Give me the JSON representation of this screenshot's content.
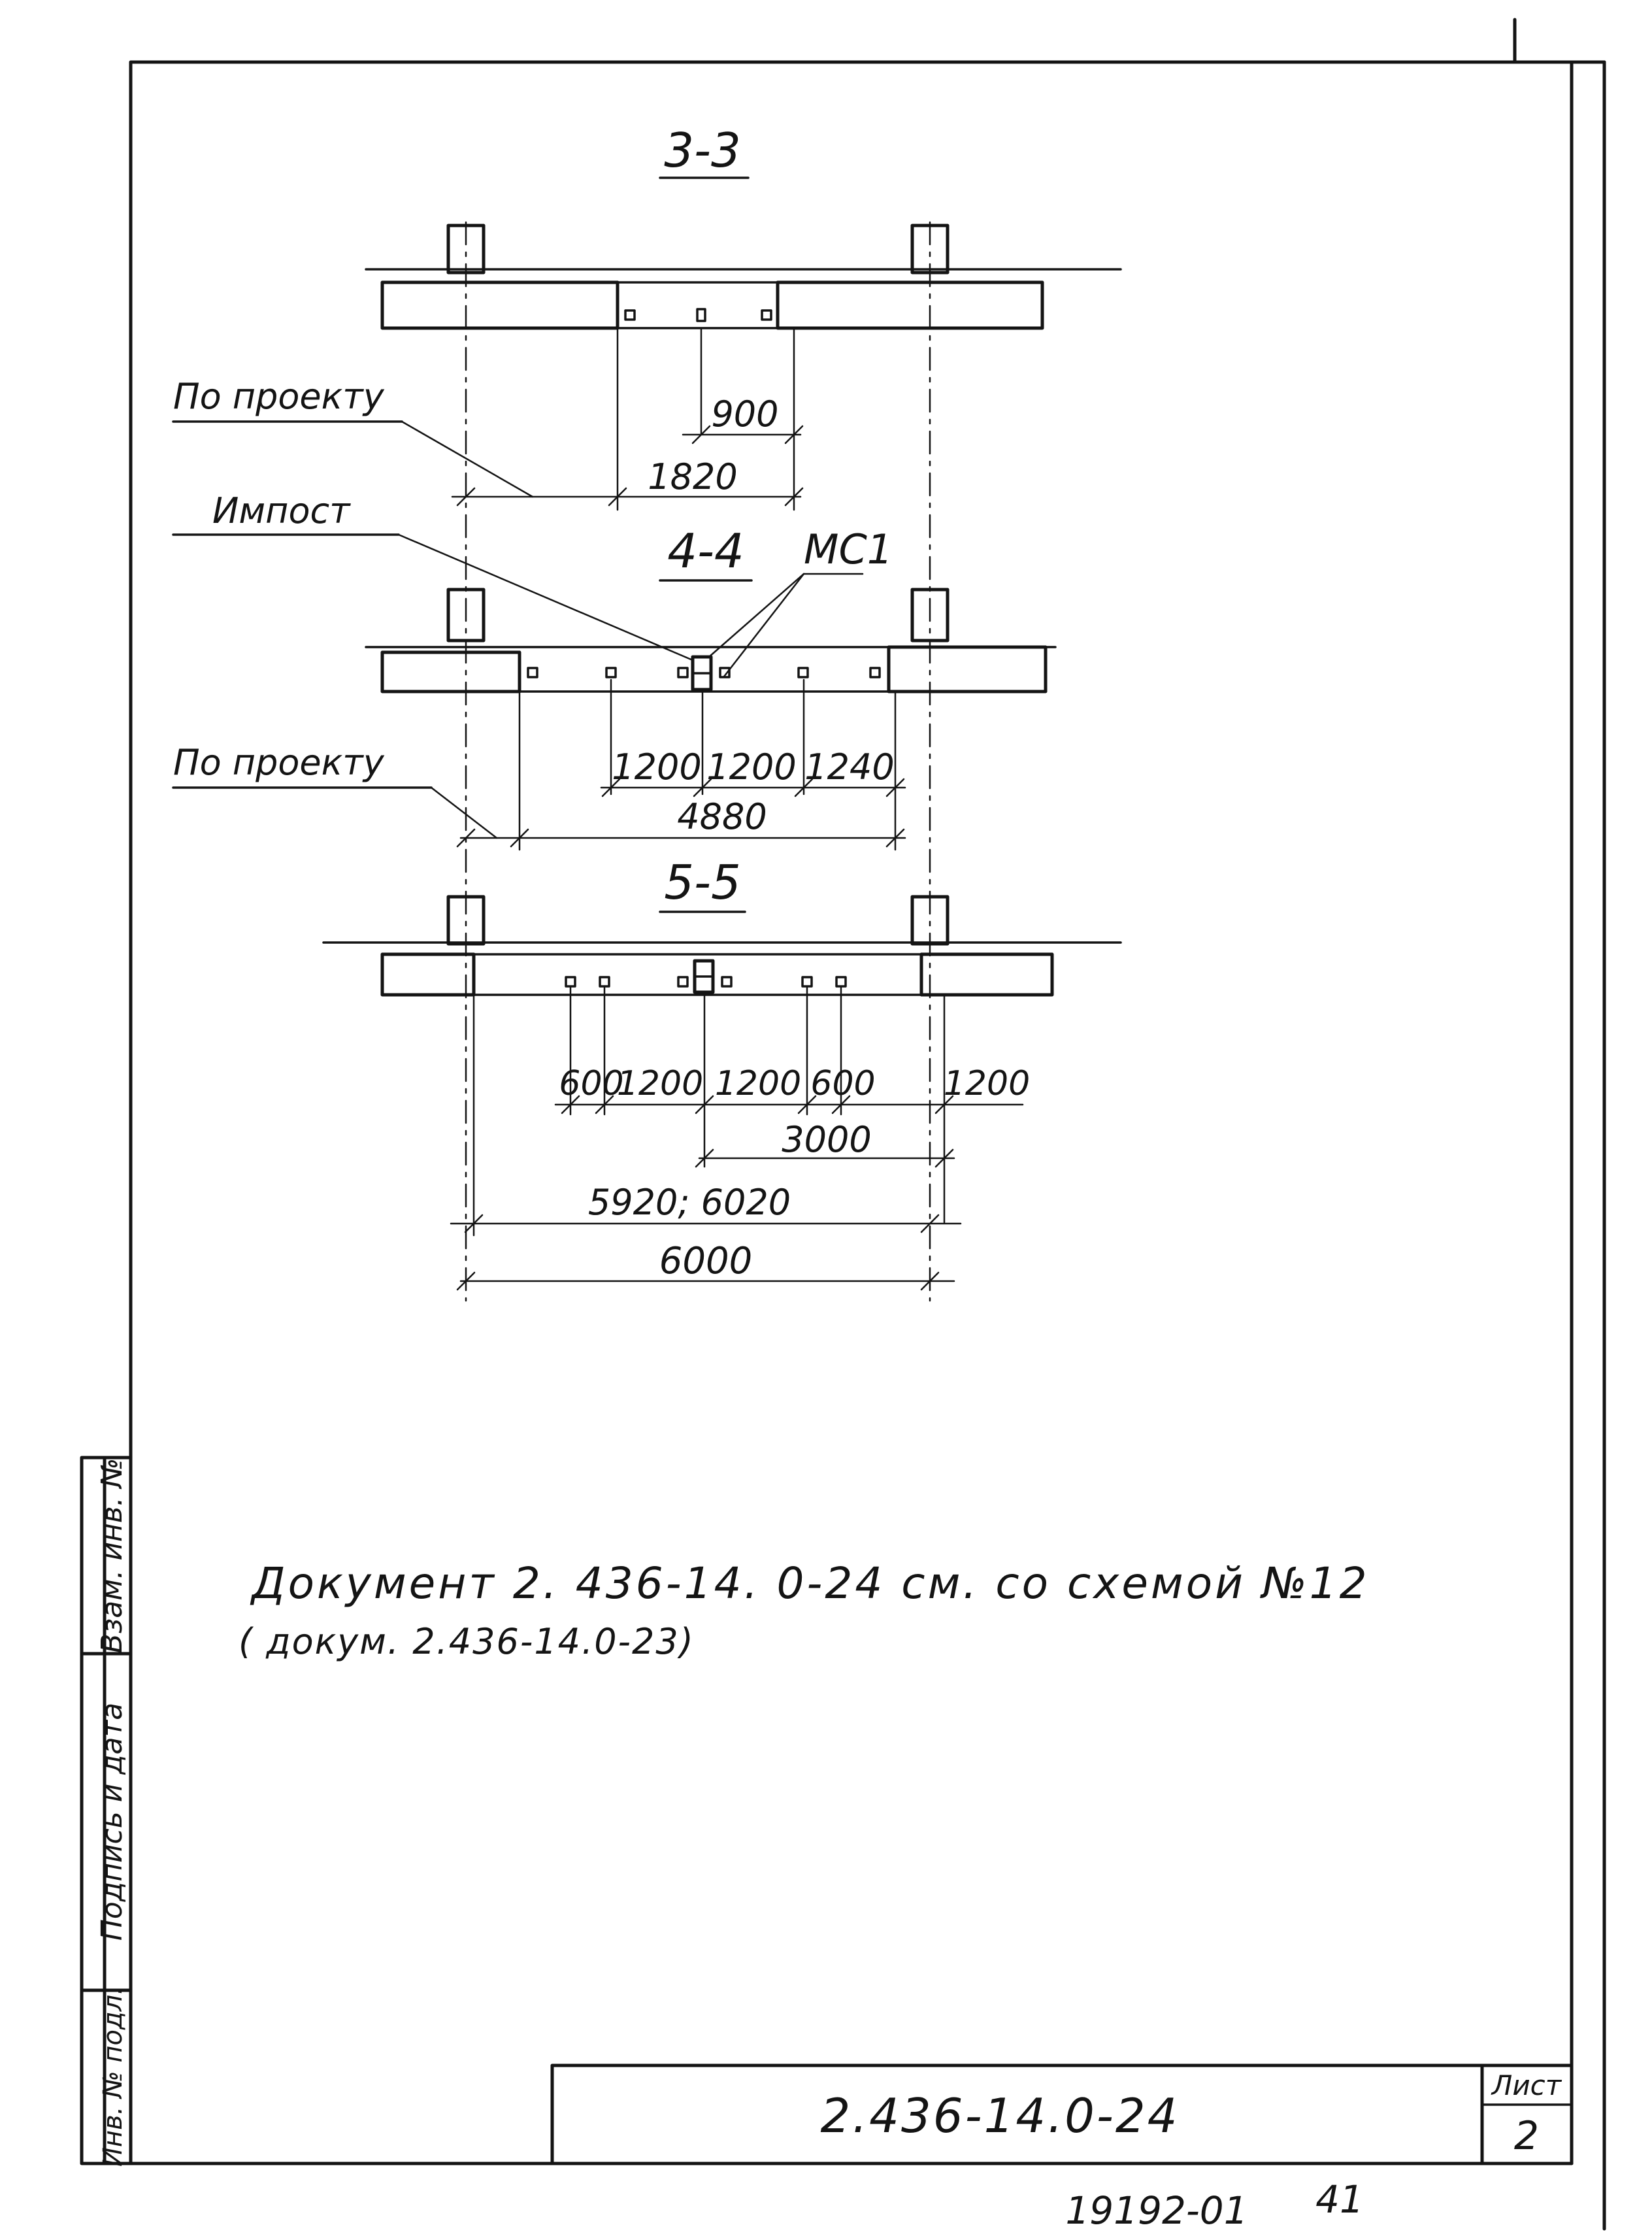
{
  "sections": {
    "s33": {
      "title": "3-3",
      "dim_900": "900",
      "dim_1820": "1820"
    },
    "s44": {
      "title": "4-4",
      "mark": "МС1",
      "dim_a": "1200",
      "dim_b": "1200",
      "dim_c": "1240",
      "dim_total": "4880"
    },
    "s55": {
      "title": "5-5",
      "dim_a": "600",
      "dim_b": "1200",
      "dim_c": "1200",
      "dim_d": "600",
      "dim_e": "1200",
      "dim_3000": "3000",
      "dim_range": "5920; 6020",
      "dim_6000": "6000"
    }
  },
  "callouts": {
    "po_proektu_1": "По проекту",
    "impost": "Импост",
    "po_proektu_2": "По проекту"
  },
  "note": {
    "line1": "Документ 2. 436-14. 0-24 см. со схемой №12",
    "line2": "( докум. 2.436-14.0-23)"
  },
  "side_stamp": {
    "inv_podl": "Инв. № подл.",
    "podpis_data": "Подпись и дата",
    "vzam_inv": "Взам. инв. №"
  },
  "title_block": {
    "doc_code": "2.436-14.0-24",
    "sheet_label": "Лист",
    "sheet_number": "2"
  },
  "footer": {
    "archive_number": "19192-01",
    "page": "41"
  }
}
